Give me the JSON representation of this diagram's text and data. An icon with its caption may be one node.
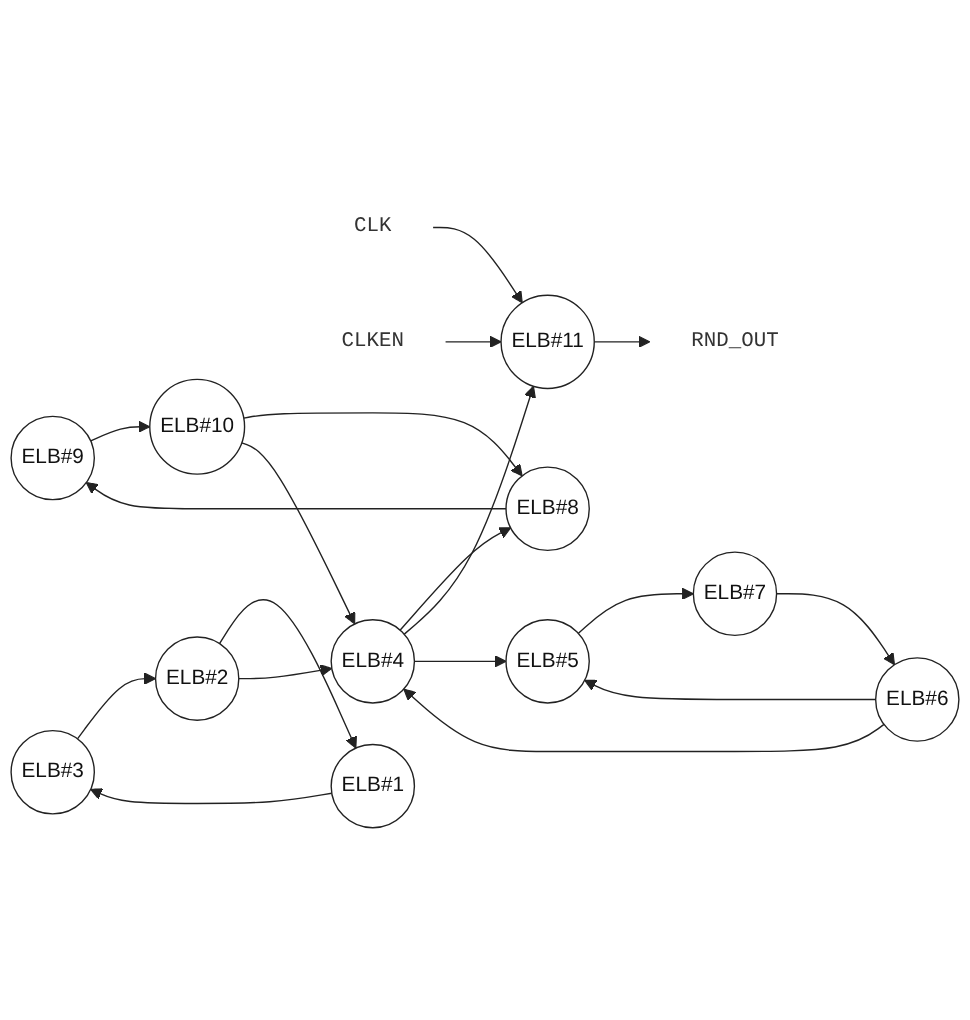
{
  "diagram": {
    "nodes": [
      {
        "text": [
          "ELB#9"
        ]
      },
      {
        "text": [
          "ELB#10"
        ]
      },
      {
        "text": [
          "ELB#8"
        ]
      },
      {
        "text": [
          "ELB#3"
        ]
      },
      {
        "text": [
          "CLK"
        ]
      },
      {
        "text": [
          "CLKEN"
        ]
      },
      {
        "text": [
          "ELB#2"
        ]
      },
      {
        "text": [
          "ELB#4"
        ]
      },
      {
        "text": [
          "ELB#11"
        ]
      },
      {
        "text": [
          "ELB#1"
        ]
      },
      {
        "text": [
          "ELB#6"
        ]
      },
      {
        "text": [
          "ELB#5"
        ]
      },
      {
        "text": [
          "RND_OUT"
        ]
      },
      {
        "text": [
          "ELB#7"
        ]
      }
    ],
    "edges": [
      {
        "from": 2,
        "to": 0,
        "arrow": "to"
      },
      {
        "from": 0,
        "to": 1,
        "arrow": "to"
      },
      {
        "from": 1,
        "to": 2,
        "arrow": "to"
      },
      {
        "from": 1,
        "to": 7,
        "arrow": "to"
      },
      {
        "from": 7,
        "to": 2,
        "arrow": "to"
      },
      {
        "from": 3,
        "to": 6,
        "arrow": "to"
      },
      {
        "from": 9,
        "to": 3,
        "arrow": "to"
      },
      {
        "from": 6,
        "to": 9,
        "arrow": "to"
      },
      {
        "from": 6,
        "to": 7,
        "arrow": "to"
      },
      {
        "from": 7,
        "to": 8,
        "arrow": "to"
      },
      {
        "from": 7,
        "to": 11,
        "arrow": "to"
      },
      {
        "from": 10,
        "to": 7,
        "arrow": "to"
      },
      {
        "from": 10,
        "to": 11,
        "arrow": "to"
      },
      {
        "from": 11,
        "to": 13,
        "arrow": "to"
      },
      {
        "from": 13,
        "to": 10,
        "arrow": "to"
      },
      {
        "from": 4,
        "to": 8,
        "arrow": "to"
      },
      {
        "from": 5,
        "to": 8,
        "arrow": "to"
      },
      {
        "from": 8,
        "to": 12,
        "arrow": "to"
      }
    ]
  }
}
